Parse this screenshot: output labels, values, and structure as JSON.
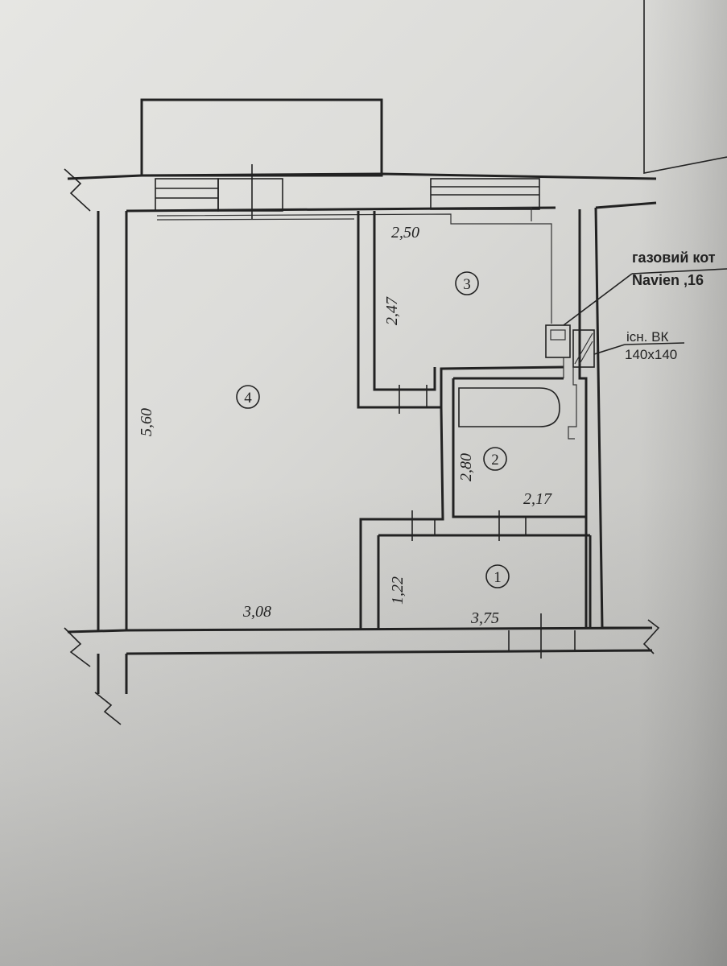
{
  "rooms": [
    {
      "number": "1",
      "width": "3,75",
      "height": "1,22"
    },
    {
      "number": "2",
      "width": "2,17",
      "height": "2,80"
    },
    {
      "number": "3",
      "width": "2,50",
      "height": "2,47"
    },
    {
      "number": "4",
      "width": "3,08",
      "height": "5,60"
    }
  ],
  "annotations": {
    "boiler_line1": "газовий кот",
    "boiler_line2": "Navien ,16",
    "vent_line1": "іcн. ВК",
    "vent_line2": "140x140"
  }
}
